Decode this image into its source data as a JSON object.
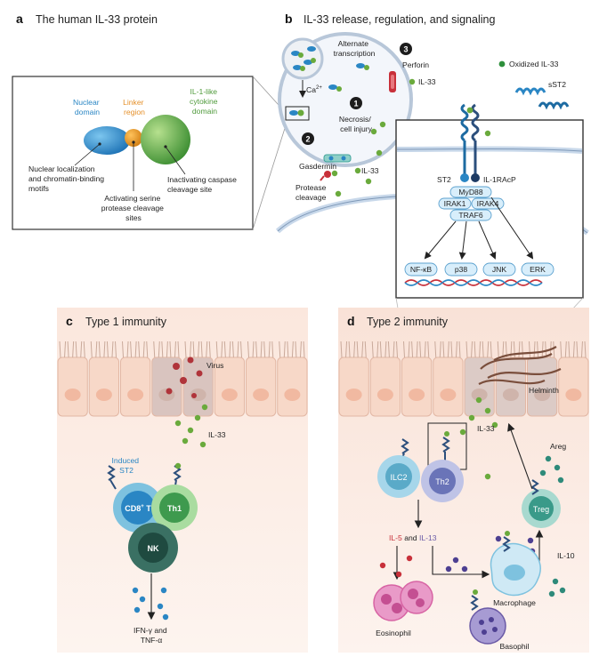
{
  "panels": {
    "a": {
      "letter": "a",
      "title": "The human IL-33 protein"
    },
    "b": {
      "letter": "b",
      "title": "IL-33 release, regulation, and signaling"
    },
    "c": {
      "letter": "c",
      "title": "Type 1 immunity"
    },
    "d": {
      "letter": "d",
      "title": "Type 2 immunity"
    }
  },
  "protein": {
    "nuclear_domain": [
      "Nuclear",
      "domain"
    ],
    "linker_region": [
      "Linker",
      "region"
    ],
    "cytokine_domain": [
      "IL-1-like",
      "cytokine",
      "domain"
    ],
    "nuclear_localization": [
      "Nuclear localization",
      "and chromatin-binding",
      "motifs"
    ],
    "serine_protease": [
      "Activating serine",
      "protease cleavage",
      "sites"
    ],
    "caspase": [
      "Inactivating caspase",
      "cleavage site"
    ]
  },
  "release": {
    "alternate_transcription": [
      "Alternate",
      "transcription"
    ],
    "calcium": "Ca",
    "calcium_sup": "2+",
    "step1": "1",
    "step2": "2",
    "step3": "3",
    "necrosis": [
      "Necrosis/",
      "cell injury"
    ],
    "perforin": "Perforin",
    "il33_top": "IL-33",
    "il33_mid": "IL-33",
    "gasdermin": "Gasdermin",
    "protease_cleavage": [
      "Protease",
      "cleavage"
    ],
    "oxidized": "Oxidized IL-33",
    "sst2": "sST2"
  },
  "signaling": {
    "st2": "ST2",
    "il1racp": "IL-1RAcP",
    "myd88": "MyD88",
    "irak1": "IRAK1",
    "irak4": "IRAK4",
    "traf6": "TRAF6",
    "pathways": [
      "NF-κB",
      "p38",
      "JNK",
      "ERK"
    ]
  },
  "type1": {
    "virus": "Virus",
    "il33": "IL-33",
    "induced_st2": [
      "Induced",
      "ST2"
    ],
    "cd8": "CD8",
    "cd8_sup": "+",
    "cd8_suffix": " T",
    "th1": "Th1",
    "nk": "NK",
    "output": [
      "IFN-γ and",
      "TNF-α"
    ]
  },
  "type2": {
    "helminth": "Helminth",
    "il33": "IL-33",
    "areg": "Areg",
    "ilc2": "ILC2",
    "th2": "Th2",
    "treg": "Treg",
    "il5": "IL-5",
    "and": " and ",
    "il13": "IL-13",
    "il10": "IL-10",
    "macrophage": "Macrophage",
    "eosinophil": "Eosinophil",
    "basophil": "Basophil"
  },
  "colors": {
    "nuclear_blue": "#2a86c4",
    "linker_orange": "#e5902a",
    "cytokine_green": "#4f9a3b",
    "il33_green": "#6aaa3c",
    "perforin_red": "#c8303a",
    "gasdermin_teal": "#3fa39a",
    "virus_red": "#b0343a",
    "eos_pink": "#d764a4",
    "baso_purple": "#6a5aa6",
    "macro_blue": "#7ec2df"
  }
}
